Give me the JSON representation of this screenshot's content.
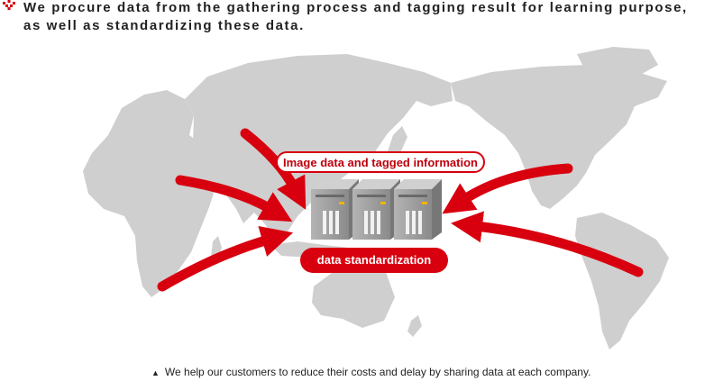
{
  "header": {
    "line1": "We procure data from the gathering process and tagging result for learning purpose,",
    "line2": "as well as standardizing these data.",
    "bullet_color": "#d8000f"
  },
  "diagram": {
    "label_top": "Image data and tagged information",
    "label_bottom": "data standardization",
    "accent_color": "#d8000f",
    "map_color": "#cfcfcf",
    "server_count": 3,
    "arrow_count": 5
  },
  "caption": {
    "marker": "▲",
    "text": "We help our customers to reduce their costs and delay by sharing data at each company."
  }
}
